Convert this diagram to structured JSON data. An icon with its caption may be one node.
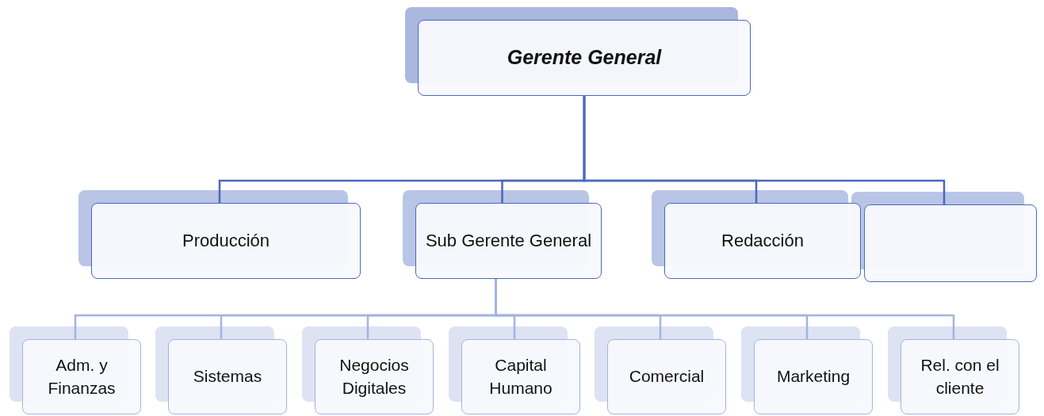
{
  "diagram": {
    "nodes": [
      {
        "text": [
          "Gerente General"
        ]
      },
      {
        "text": [
          "Producción"
        ]
      },
      {
        "text": [
          "Sub Gerente General"
        ]
      },
      {
        "text": [
          "Redacción"
        ]
      },
      {
        "text": [],
        "shape": "box"
      },
      {
        "text": [
          "Adm. y Finanzas"
        ]
      },
      {
        "text": [
          "Sistemas"
        ]
      },
      {
        "text": [
          "Negocios Digitales"
        ]
      },
      {
        "text": [
          "Capital Humano"
        ]
      },
      {
        "text": [
          "Comercial"
        ]
      },
      {
        "text": [
          "Marketing"
        ]
      },
      {
        "text": [
          "Rel. con el cliente"
        ]
      }
    ],
    "edges": [
      {
        "from": 0,
        "to": 1,
        "arrow": "none"
      },
      {
        "from": 0,
        "to": 2,
        "arrow": "none"
      },
      {
        "from": 0,
        "to": 3,
        "arrow": "none"
      },
      {
        "from": 0,
        "to": 4,
        "arrow": "none"
      },
      {
        "from": 2,
        "to": 5,
        "arrow": "none"
      },
      {
        "from": 2,
        "to": 6,
        "arrow": "none"
      },
      {
        "from": 2,
        "to": 7,
        "arrow": "none"
      },
      {
        "from": 2,
        "to": 8,
        "arrow": "none"
      },
      {
        "from": 2,
        "to": 9,
        "arrow": "none"
      },
      {
        "from": 2,
        "to": 10,
        "arrow": "none"
      },
      {
        "from": 2,
        "to": 11,
        "arrow": "none"
      }
    ]
  }
}
